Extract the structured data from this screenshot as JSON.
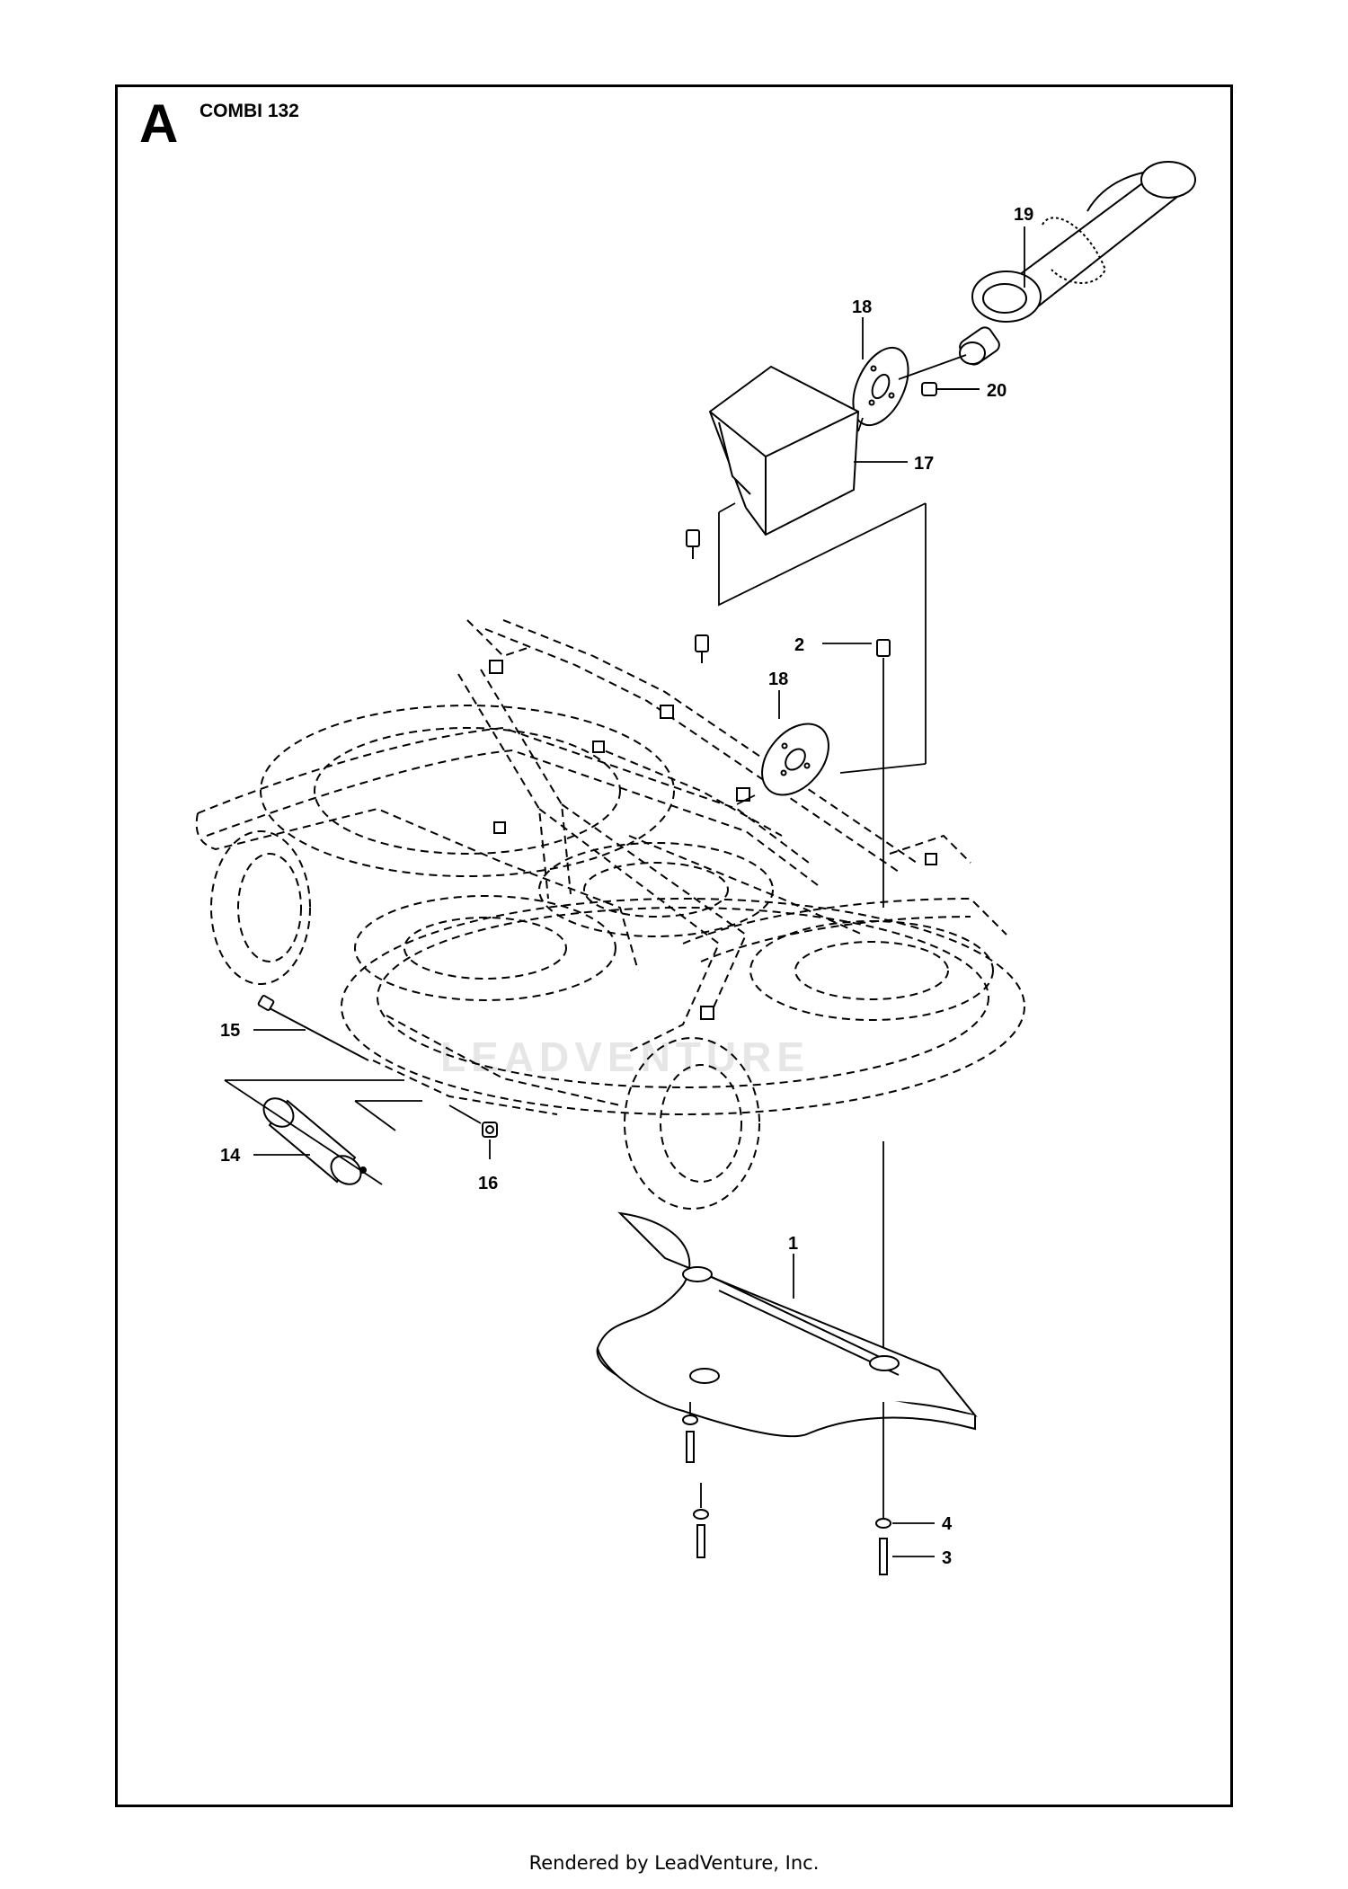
{
  "section": {
    "letter": "A",
    "model": "COMBI 132"
  },
  "watermark": "LEADVENTURE",
  "footer": "Rendered by LeadVenture, Inc.",
  "callouts": {
    "c1": "1",
    "c2": "2",
    "c3": "3",
    "c4": "4",
    "c14": "14",
    "c15": "15",
    "c16": "16",
    "c17": "17",
    "c18a": "18",
    "c18b": "18",
    "c19": "19",
    "c20": "20"
  }
}
